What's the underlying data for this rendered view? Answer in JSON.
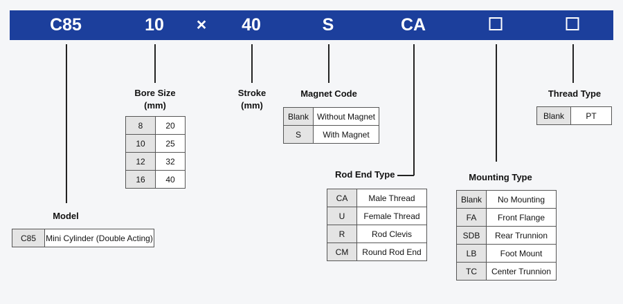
{
  "codes": {
    "model": "C85",
    "bore": "10",
    "times": "×",
    "stroke": "40",
    "magnet": "S",
    "rod_end": "CA"
  },
  "model": {
    "title": "Model",
    "rows": [
      {
        "code": "C85",
        "desc": "Mini Cylinder (Double Acting)"
      }
    ]
  },
  "bore": {
    "title": "Bore Size",
    "unit": "(mm)",
    "rows": [
      [
        "8",
        "20"
      ],
      [
        "10",
        "25"
      ],
      [
        "12",
        "32"
      ],
      [
        "16",
        "40"
      ]
    ]
  },
  "stroke": {
    "title": "Stroke",
    "unit": "(mm)"
  },
  "magnet": {
    "title": "Magnet Code",
    "rows": [
      {
        "code": "Blank",
        "desc": "Without Magnet"
      },
      {
        "code": "S",
        "desc": "With Magnet"
      }
    ]
  },
  "rod_end": {
    "title": "Rod End Type",
    "rows": [
      {
        "code": "CA",
        "desc": "Male Thread"
      },
      {
        "code": "U",
        "desc": "Female Thread"
      },
      {
        "code": "R",
        "desc": "Rod Clevis"
      },
      {
        "code": "CM",
        "desc": "Round Rod End"
      }
    ]
  },
  "mounting": {
    "title": "Mounting Type",
    "rows": [
      {
        "code": "Blank",
        "desc": "No Mounting"
      },
      {
        "code": "FA",
        "desc": "Front Flange"
      },
      {
        "code": "SDB",
        "desc": "Rear Trunnion"
      },
      {
        "code": "LB",
        "desc": "Foot Mount"
      },
      {
        "code": "TC",
        "desc": "Center Trunnion"
      }
    ]
  },
  "thread": {
    "title": "Thread Type",
    "rows": [
      {
        "code": "Blank",
        "desc": "PT"
      }
    ]
  },
  "colors": {
    "banner": "#1c3f9c",
    "key_cell": "#e4e4e4"
  }
}
